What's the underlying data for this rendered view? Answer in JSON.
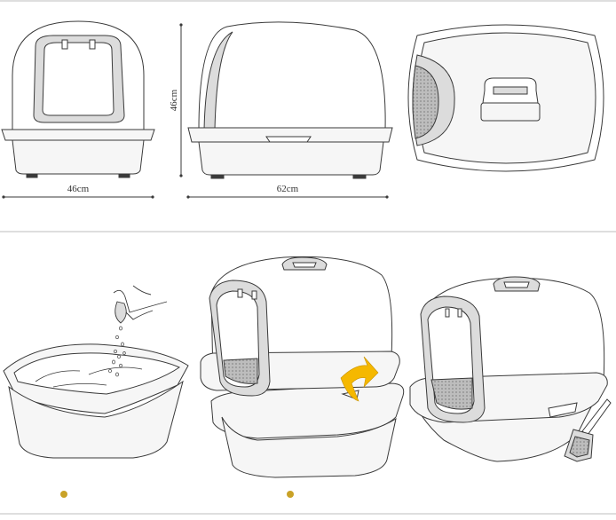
{
  "dimensions": {
    "width_label": "46cm",
    "height_label": "46cm",
    "length_label": "62cm"
  },
  "colors": {
    "line": "#3a3a3a",
    "fill_light": "#f6f6f6",
    "fill_grey": "#dcdcdc",
    "accent_arrow": "#f5b800",
    "bullet": "#c9a227",
    "separator": "#bdbdbd"
  },
  "steps": [
    {
      "name": "add-litter"
    },
    {
      "name": "attach-hood"
    },
    {
      "name": "ready-with-scoop"
    }
  ]
}
